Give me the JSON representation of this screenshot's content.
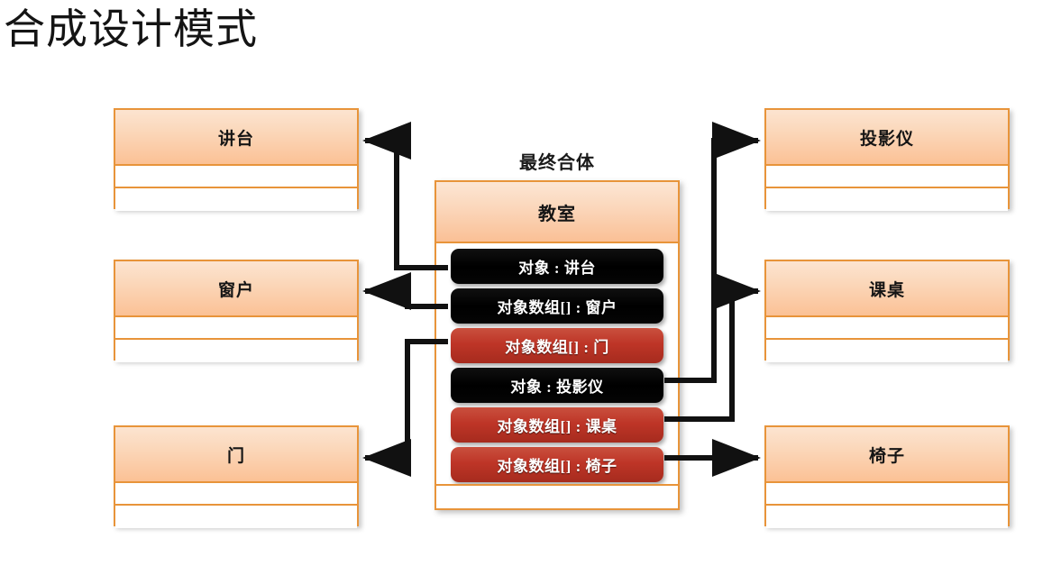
{
  "title": "合成设计模式",
  "composite": {
    "caption": "最终合体",
    "name": "教室",
    "members": [
      {
        "label": "对象 : 讲台",
        "style": "black"
      },
      {
        "label": "对象数组[] : 窗户",
        "style": "black"
      },
      {
        "label": "对象数组[] : 门",
        "style": "red"
      },
      {
        "label": "对象 : 投影仪",
        "style": "black"
      },
      {
        "label": "对象数组[] : 课桌",
        "style": "red"
      },
      {
        "label": "对象数组[] : 椅子",
        "style": "red"
      }
    ]
  },
  "left_boxes": [
    {
      "name": "讲台"
    },
    {
      "name": "窗户"
    },
    {
      "name": "门"
    }
  ],
  "right_boxes": [
    {
      "name": "投影仪"
    },
    {
      "name": "课桌"
    },
    {
      "name": "椅子"
    }
  ],
  "colors": {
    "border_orange": "#E8943A",
    "header_gradient_top": "#FCE4D0",
    "header_gradient_bottom": "#FBC195",
    "pill_black": "#000000",
    "pill_red": "#BE3527",
    "connector": "#111111",
    "background": "#FFFFFF",
    "title_text": "#141414"
  }
}
